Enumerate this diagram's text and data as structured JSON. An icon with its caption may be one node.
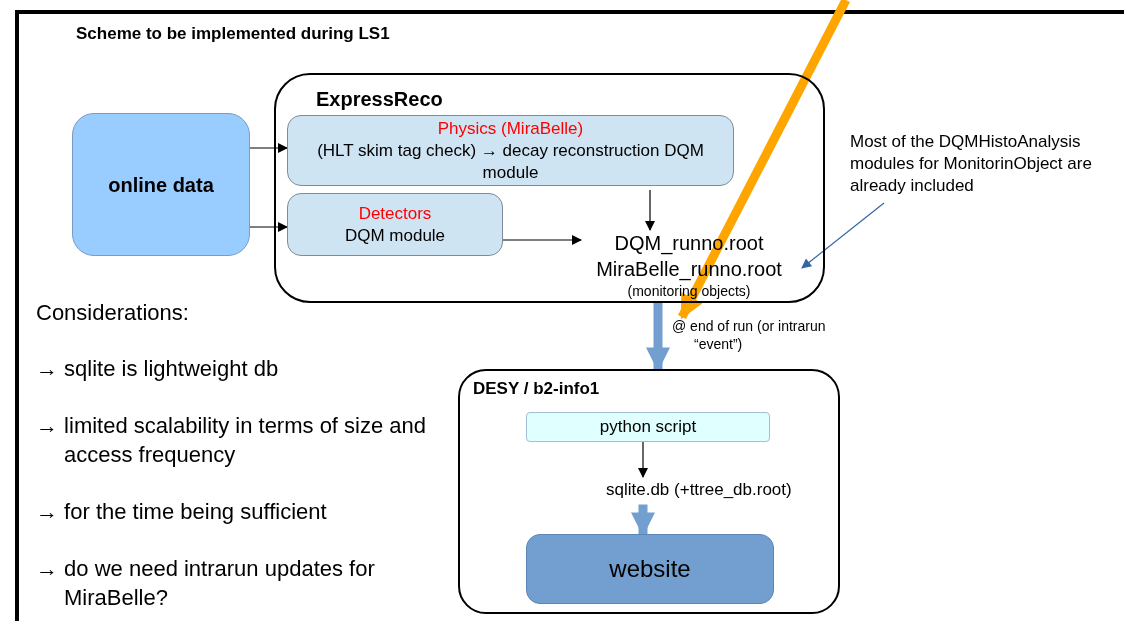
{
  "diagram": {
    "title": "Scheme to be implemented during LS1",
    "nodes": [
      {
        "text": [
          "online data"
        ]
      },
      {
        "text": [
          "ExpressReco"
        ]
      },
      {
        "text": [
          "Physics (MiraBelle)",
          "(HLT skim tag check) → decay reconstruction DQM module"
        ],
        "in": 1
      },
      {
        "text": [
          "Detectors",
          "DQM module"
        ],
        "in": 1
      },
      {
        "text": [
          "DQM_runno.root",
          "MiraBelle_runno.root",
          "(monitoring objects)"
        ],
        "in": 1
      },
      {
        "text": [
          "Most of the DQMHistoAnalysis modules for MonitorinObject are already included"
        ]
      },
      {
        "text": [
          "DESY / b2-info1"
        ]
      },
      {
        "text": [
          "python script"
        ],
        "in": 6
      },
      {
        "text": [
          "sqlite.db (+ttree_db.root)"
        ],
        "in": 6
      },
      {
        "text": [
          "website"
        ],
        "in": 6
      },
      {
        "text": [
          "@ end of run (or intrarun “event”)"
        ]
      }
    ],
    "edges": [
      {
        "from": 0,
        "to": 2,
        "arrow": "to"
      },
      {
        "from": 0,
        "to": 3,
        "arrow": "to"
      },
      {
        "from": 2,
        "to": 4,
        "arrow": "to"
      },
      {
        "from": 3,
        "to": 4,
        "arrow": "to"
      },
      {
        "from": 5,
        "to": 4,
        "arrow": "to",
        "color": "#3465a4"
      },
      {
        "from": 1,
        "to": 6,
        "arrow": "to",
        "style": "thick",
        "color": "#729fcf"
      },
      {
        "from": 7,
        "to": 8,
        "arrow": "to"
      },
      {
        "from": 8,
        "to": 9,
        "arrow": "to",
        "style": "thick",
        "color": "#729fcf"
      },
      {
        "from": null,
        "to": 10,
        "arrow": "to",
        "style": "thick",
        "color": "#ffa500"
      }
    ],
    "labels": [
      "Considerations:",
      "→ sqlite is lightweight db",
      "→ limited scalability in terms of size and access frequency",
      "→ for the time being sufficient",
      "→ do we need intrarun updates for MiraBelle?"
    ]
  }
}
